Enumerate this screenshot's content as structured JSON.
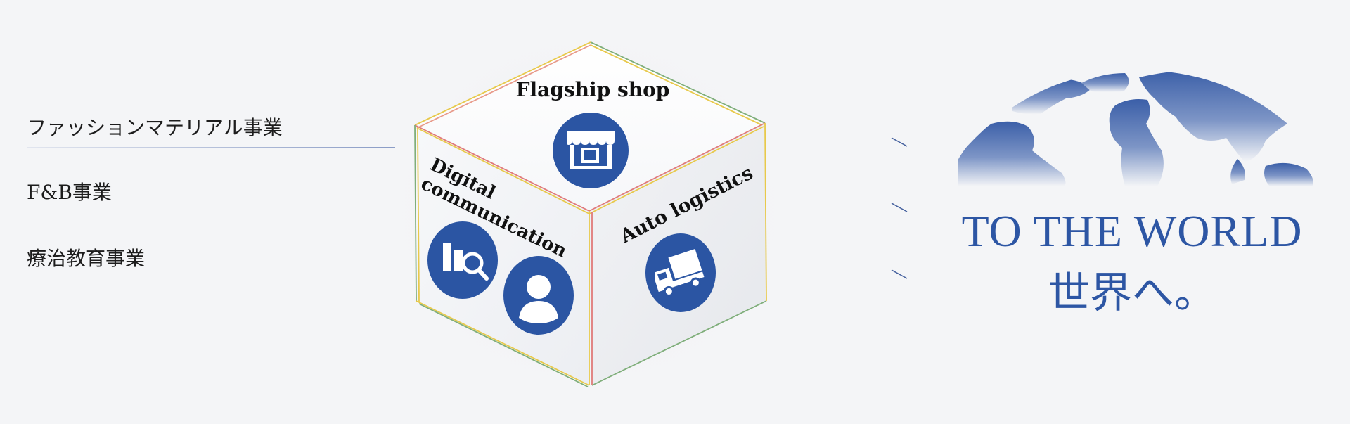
{
  "businesses": [
    {
      "label": "ファッションマテリアル事業"
    },
    {
      "label": "F&B事業"
    },
    {
      "label": "療治教育事業"
    }
  ],
  "cube": {
    "top_face": {
      "label": "Flagship shop",
      "icon": "storefront-icon"
    },
    "left_face": {
      "label_line1": "Digital",
      "label_line2": "communication",
      "icons": [
        "search-analytics-icon",
        "person-icon"
      ]
    },
    "right_face": {
      "label": "Auto logistics",
      "icon": "truck-icon"
    }
  },
  "headline": {
    "english": "TO THE WORLD",
    "japanese": "世界へ。"
  },
  "colors": {
    "accent": "#2d56a4",
    "icon_circle": "#2b55a3",
    "line": "#8a9cc6",
    "background": "#f4f5f7"
  }
}
